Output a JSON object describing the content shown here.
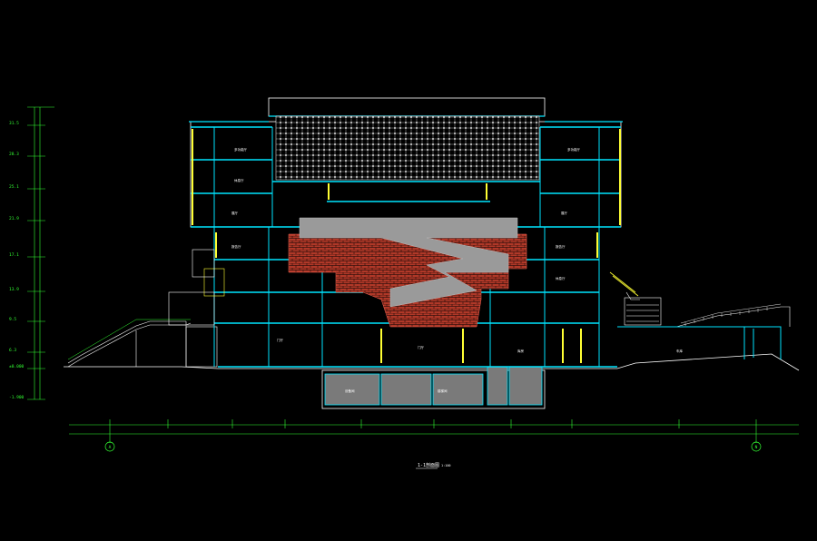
{
  "drawing": {
    "title": "1-1剖面图",
    "scale": "1:100",
    "axis_left": "A",
    "axis_right": "N"
  },
  "elevations": [
    "31.5",
    "28.3",
    "25.1",
    "21.9",
    "17.1",
    "13.9",
    "9.5",
    "6.3",
    "±0.000",
    "-1.900"
  ],
  "rooms": [
    "多功能厅",
    "休息厅",
    "展厅",
    "报告厅",
    "门厅",
    "库房",
    "设备间",
    "车库",
    "楼梯间"
  ],
  "colors": {
    "background": "#000000",
    "structure": "#00e5ff",
    "glass": "#ffff33",
    "lines": "#ffffff",
    "dims": "#33ff33",
    "brick": "#c04030",
    "stair": "#9a9a9a"
  }
}
